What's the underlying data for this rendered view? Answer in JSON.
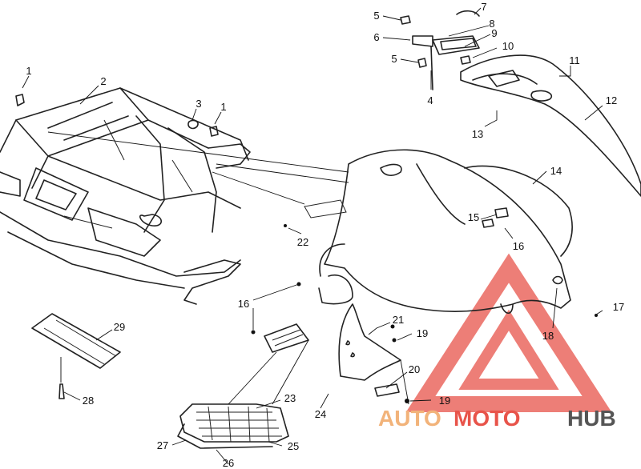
{
  "callouts": [
    {
      "id": "c1a",
      "label": "1"
    },
    {
      "id": "c2",
      "label": "2"
    },
    {
      "id": "c3",
      "label": "3"
    },
    {
      "id": "c1b",
      "label": "1"
    },
    {
      "id": "c5a",
      "label": "5"
    },
    {
      "id": "c6",
      "label": "6"
    },
    {
      "id": "c5b",
      "label": "5"
    },
    {
      "id": "c4",
      "label": "4"
    },
    {
      "id": "c7",
      "label": "7"
    },
    {
      "id": "c8",
      "label": "8"
    },
    {
      "id": "c9",
      "label": "9"
    },
    {
      "id": "c10",
      "label": "10"
    },
    {
      "id": "c11",
      "label": "11"
    },
    {
      "id": "c12",
      "label": "12"
    },
    {
      "id": "c13",
      "label": "13"
    },
    {
      "id": "c14",
      "label": "14"
    },
    {
      "id": "c15",
      "label": "15"
    },
    {
      "id": "c16a",
      "label": "16"
    },
    {
      "id": "c22",
      "label": "22"
    },
    {
      "id": "c16b",
      "label": "16"
    },
    {
      "id": "c17",
      "label": "17"
    },
    {
      "id": "c18",
      "label": "18"
    },
    {
      "id": "c21",
      "label": "21"
    },
    {
      "id": "c19a",
      "label": "19"
    },
    {
      "id": "c20",
      "label": "20"
    },
    {
      "id": "c19b",
      "label": "19"
    },
    {
      "id": "c24",
      "label": "24"
    },
    {
      "id": "c29",
      "label": "29"
    },
    {
      "id": "c28",
      "label": "28"
    },
    {
      "id": "c23",
      "label": "23"
    },
    {
      "id": "c25",
      "label": "25"
    },
    {
      "id": "c27",
      "label": "27"
    },
    {
      "id": "c26",
      "label": "26"
    }
  ],
  "watermark": {
    "part1": "AUTO",
    "part2": "MOTO",
    "part3": "HUB",
    "color_light": "#f2b37a",
    "color_red": "#e8544a",
    "color_dark": "#555555"
  }
}
